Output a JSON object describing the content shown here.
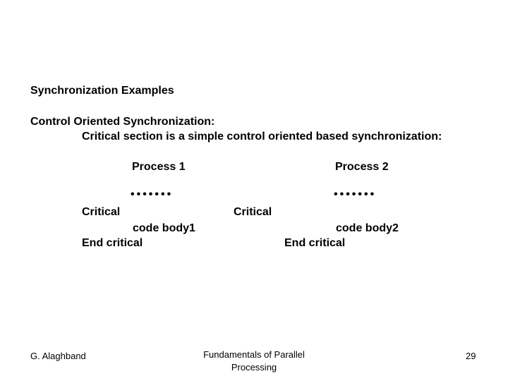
{
  "slide": {
    "title": "Synchronization Examples",
    "heading": "Control Oriented Synchronization:",
    "subheading": "Critical section is a simple control oriented based synchronization:",
    "process1": {
      "label": "Process 1",
      "dots": "•••••••",
      "critical": "Critical",
      "body": "code body1",
      "end": "End critical"
    },
    "process2": {
      "label": "Process 2",
      "dots": "•••••••",
      "critical": "Critical",
      "body": "code body2",
      "end": "End critical"
    }
  },
  "footer": {
    "author": "G. Alaghband",
    "course": "Fundamentals of Parallel Processing",
    "page_number": "29"
  }
}
